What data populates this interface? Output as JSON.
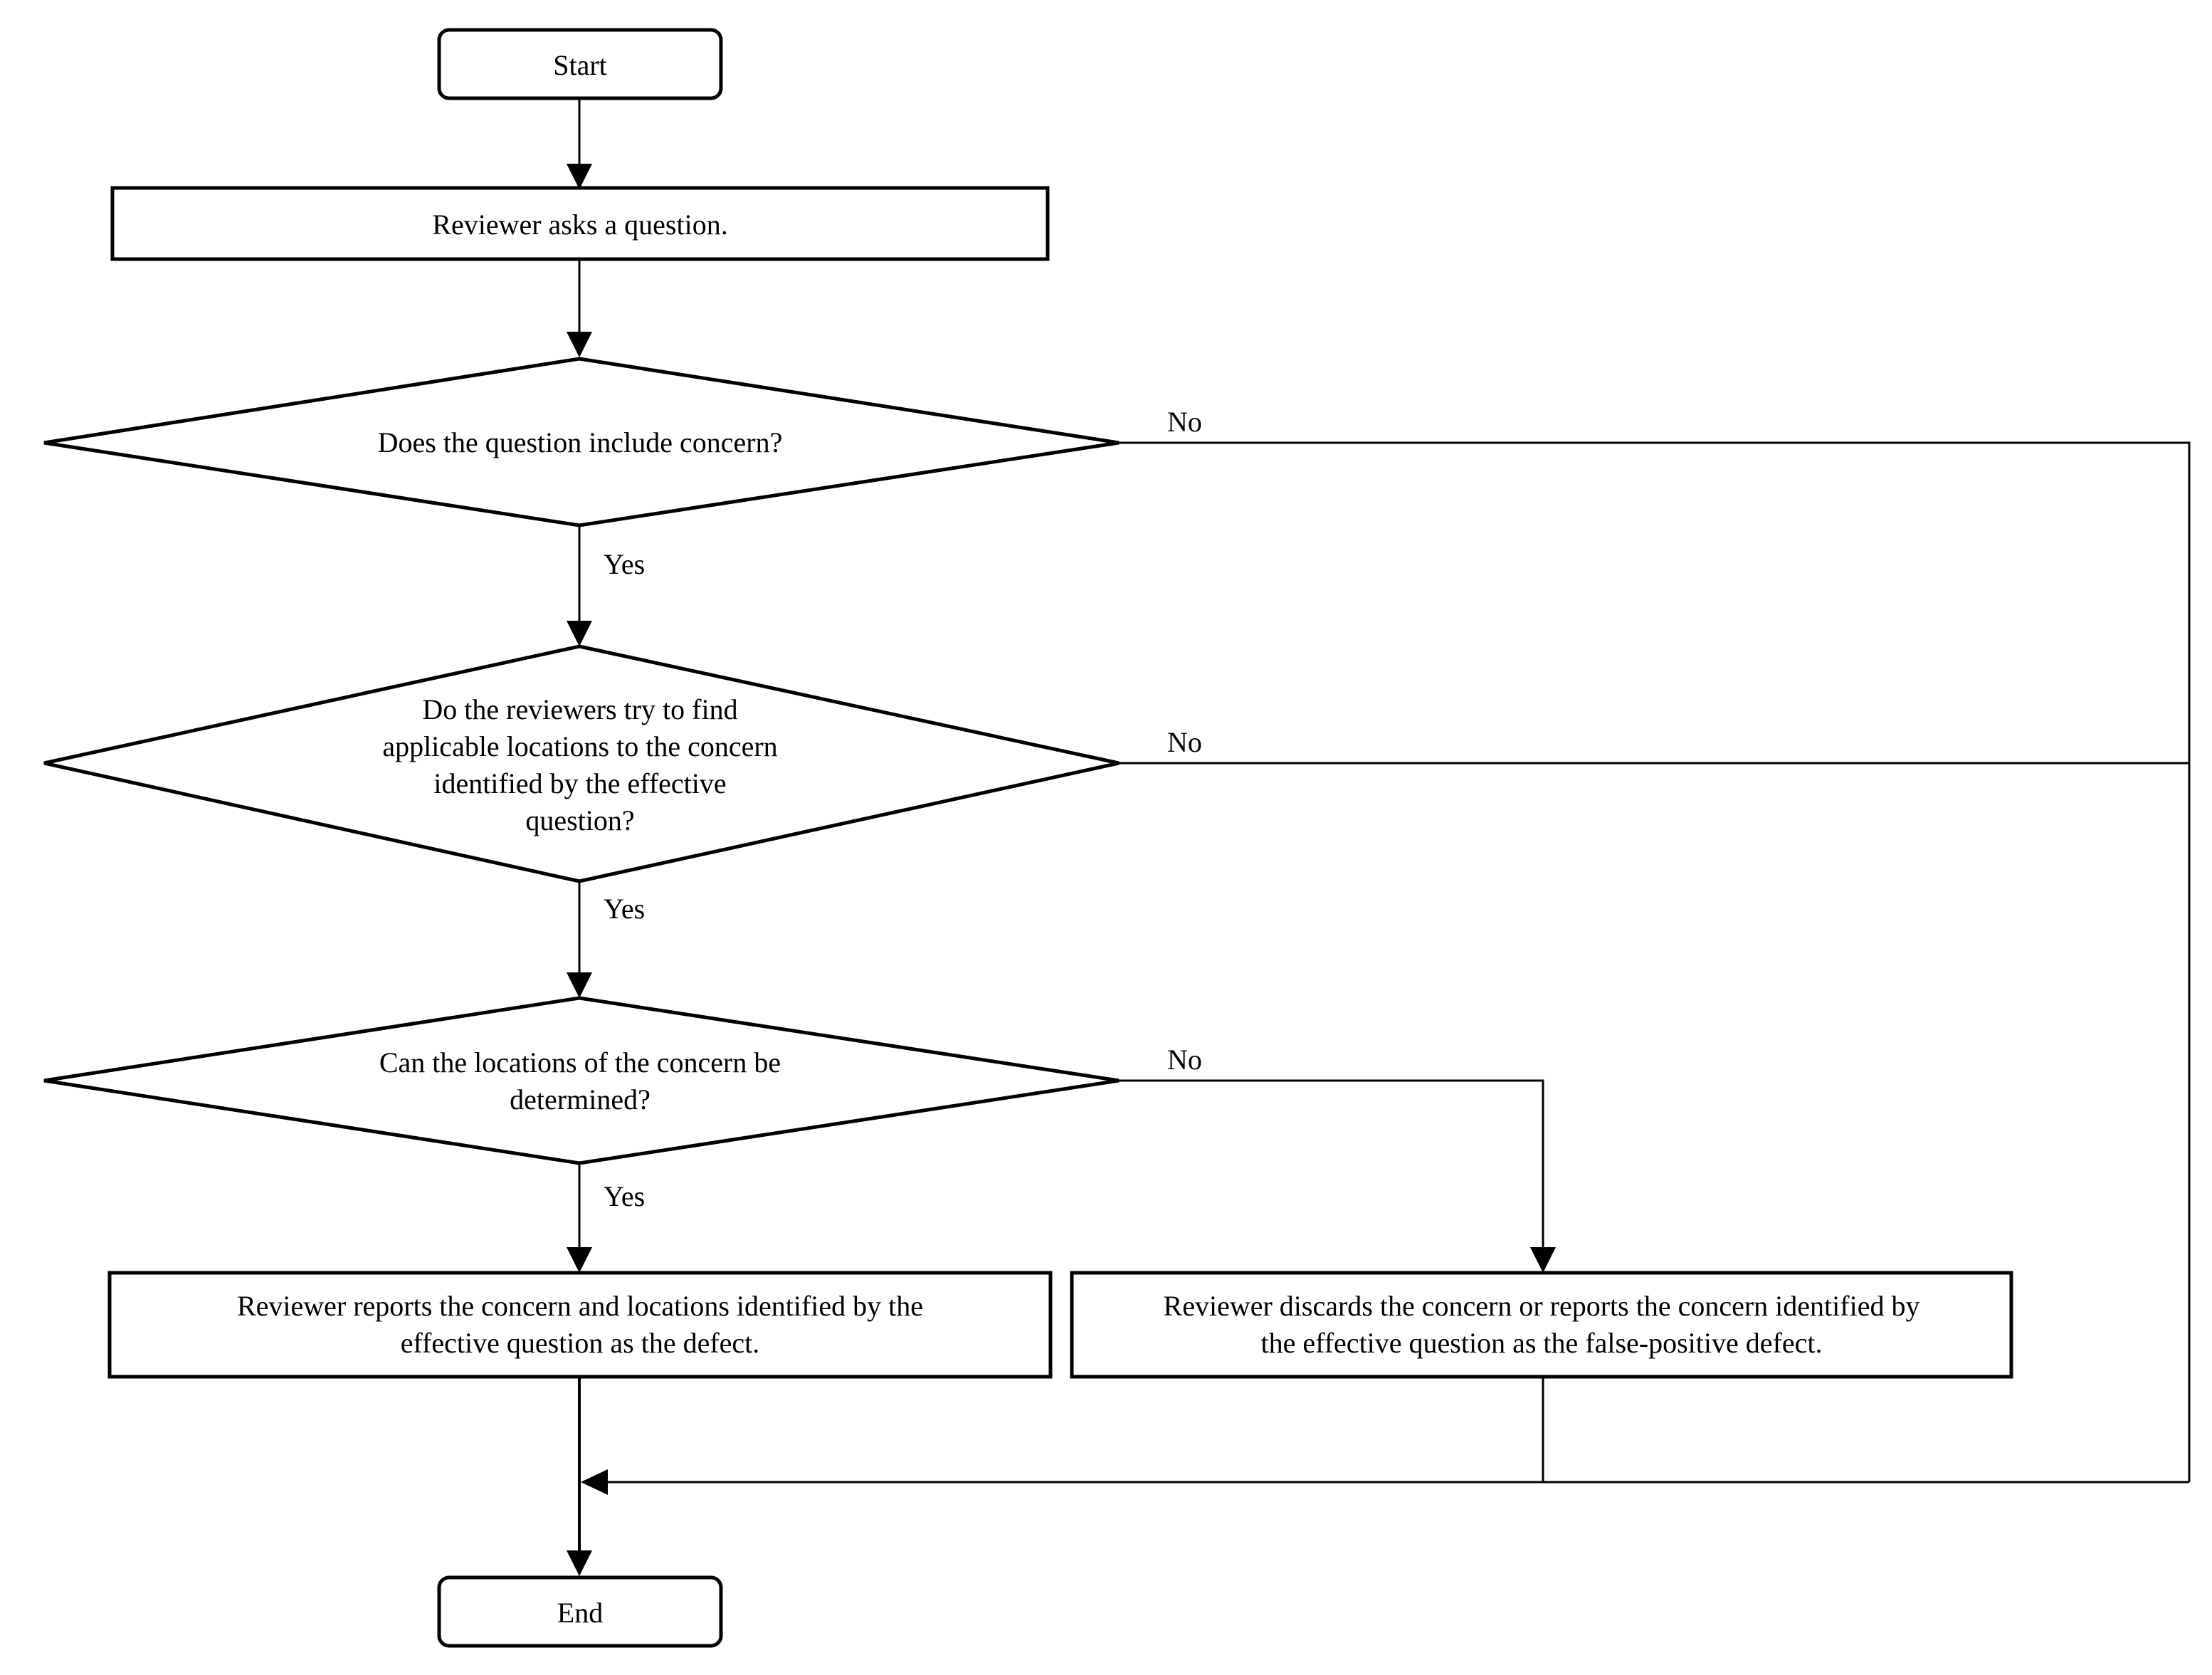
{
  "nodes": {
    "start": "Start",
    "ask": "Reviewer asks a question.",
    "decision1": "Does the question include concern?",
    "decision2": [
      "Do the reviewers try to find",
      "applicable locations to the concern",
      "identified by the effective",
      "question?"
    ],
    "decision3": [
      "Can the locations of the concern be",
      "determined?"
    ],
    "report": [
      "Reviewer reports the concern and locations identified by the",
      "effective question as the defect."
    ],
    "discard": [
      "Reviewer discards the concern or reports the concern identified by",
      "the effective question as the false-positive defect."
    ],
    "end": "End"
  },
  "edge_labels": {
    "d1_yes": "Yes",
    "d1_no": "No",
    "d2_yes": "Yes",
    "d2_no": "No",
    "d3_yes": "Yes",
    "d3_no": "No"
  }
}
